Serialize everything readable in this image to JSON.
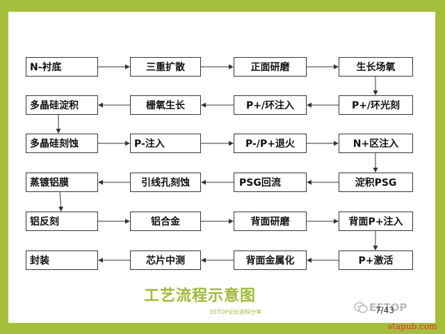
{
  "diagram": {
    "title": "工艺流程示意图",
    "subtitle": "EETOP论坛资料分享",
    "page_number": "7/43",
    "watermark_text": "EETOP",
    "site_watermark": "stapub.com",
    "steps": [
      "N-衬底",
      "三重扩散",
      "正面研磨",
      "生长场氧",
      "P+/环光刻",
      "P+/环注入",
      "栅氧生长",
      "多晶硅淀积",
      "多晶硅刻蚀",
      "P-注入",
      "P-/P+退火",
      "N+区注入",
      "淀积PSG",
      "PSG回流",
      "引线孔刻蚀",
      "蒸镀铝膜",
      "铝反刻",
      "铝合金",
      "背面研磨",
      "背面P+注入",
      "P+激活",
      "背面金属化",
      "芯片中测",
      "封装"
    ],
    "colors": {
      "frame": "#a5bf3c",
      "title": "#9fb93a",
      "site": "#e13030"
    }
  }
}
